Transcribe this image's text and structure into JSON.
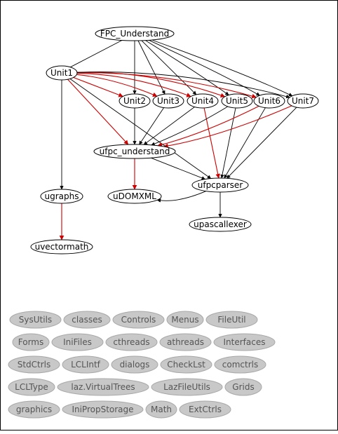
{
  "colors": {
    "background": "#ffffff",
    "frame": "#000000",
    "node_fill": "#ffffff",
    "node_stroke": "#000000",
    "edge_normal": "#000000",
    "edge_highlight": "#cc0000",
    "unused_fill": "#c8c8c8",
    "unused_stroke": "#a8a8a8",
    "unused_text": "#555555"
  },
  "nodes": [
    {
      "id": "fpc",
      "label": "FPC_Understand"
    },
    {
      "id": "unit1",
      "label": "Unit1"
    },
    {
      "id": "unit2",
      "label": "Unit2"
    },
    {
      "id": "unit3",
      "label": "Unit3"
    },
    {
      "id": "unit4",
      "label": "Unit4"
    },
    {
      "id": "unit5",
      "label": "Unit5"
    },
    {
      "id": "unit6",
      "label": "Unit6"
    },
    {
      "id": "unit7",
      "label": "Unit7"
    },
    {
      "id": "ufpc",
      "label": "ufpc_understand"
    },
    {
      "id": "udom",
      "label": "uDOMXML"
    },
    {
      "id": "uparser",
      "label": "ufpcparser"
    },
    {
      "id": "ugraphs",
      "label": "ugraphs"
    },
    {
      "id": "uvector",
      "label": "uvectormath"
    },
    {
      "id": "upascal",
      "label": "upascallexer"
    }
  ],
  "edges": [
    {
      "from": "fpc",
      "to": "unit1",
      "style": "normal"
    },
    {
      "from": "fpc",
      "to": "unit2",
      "style": "normal"
    },
    {
      "from": "fpc",
      "to": "unit3",
      "style": "normal"
    },
    {
      "from": "fpc",
      "to": "unit4",
      "style": "normal"
    },
    {
      "from": "fpc",
      "to": "unit5",
      "style": "normal"
    },
    {
      "from": "fpc",
      "to": "unit6",
      "style": "normal"
    },
    {
      "from": "fpc",
      "to": "unit7",
      "style": "normal"
    },
    {
      "from": "unit1",
      "to": "ugraphs",
      "style": "normal"
    },
    {
      "from": "unit1",
      "to": "unit2",
      "style": "highlight"
    },
    {
      "from": "unit1",
      "to": "unit3",
      "style": "highlight"
    },
    {
      "from": "unit1",
      "to": "unit4",
      "style": "highlight"
    },
    {
      "from": "unit1",
      "to": "unit5",
      "style": "highlight"
    },
    {
      "from": "unit1",
      "to": "unit6",
      "style": "highlight"
    },
    {
      "from": "unit1",
      "to": "unit7",
      "style": "normal"
    },
    {
      "from": "unit1",
      "to": "ufpc",
      "style": "highlight"
    },
    {
      "from": "unit1",
      "to": "uparser",
      "style": "normal"
    },
    {
      "from": "unit2",
      "to": "ufpc",
      "style": "normal"
    },
    {
      "from": "unit3",
      "to": "ufpc",
      "style": "normal"
    },
    {
      "from": "unit4",
      "to": "ufpc",
      "style": "normal"
    },
    {
      "from": "unit4",
      "to": "uparser",
      "style": "highlight"
    },
    {
      "from": "unit5",
      "to": "ufpc",
      "style": "normal"
    },
    {
      "from": "unit5",
      "to": "uparser",
      "style": "normal"
    },
    {
      "from": "unit6",
      "to": "ufpc",
      "style": "highlight"
    },
    {
      "from": "unit6",
      "to": "uparser",
      "style": "normal"
    },
    {
      "from": "unit7",
      "to": "ufpc",
      "style": "highlight"
    },
    {
      "from": "unit7",
      "to": "uparser",
      "style": "normal"
    },
    {
      "from": "ufpc",
      "to": "udom",
      "style": "highlight"
    },
    {
      "from": "ufpc",
      "to": "uparser",
      "style": "normal"
    },
    {
      "from": "uparser",
      "to": "upascal",
      "style": "normal"
    },
    {
      "from": "uparser",
      "to": "udom",
      "style": "normal"
    },
    {
      "from": "ugraphs",
      "to": "uvector",
      "style": "highlight"
    }
  ],
  "unused_units": [
    [
      "SysUtils",
      "classes",
      "Controls",
      "Menus",
      "FileUtil"
    ],
    [
      "Forms",
      "IniFiles",
      "cthreads",
      "athreads",
      "Interfaces"
    ],
    [
      "StdCtrls",
      "LCLIntf",
      "dialogs",
      "CheckLst",
      "comctrls"
    ],
    [
      "LCLType",
      "laz.VirtualTrees",
      "LazFileUtils",
      "Grids"
    ],
    [
      "graphics",
      "IniPropStorage",
      "Math",
      "ExtCtrls"
    ]
  ]
}
